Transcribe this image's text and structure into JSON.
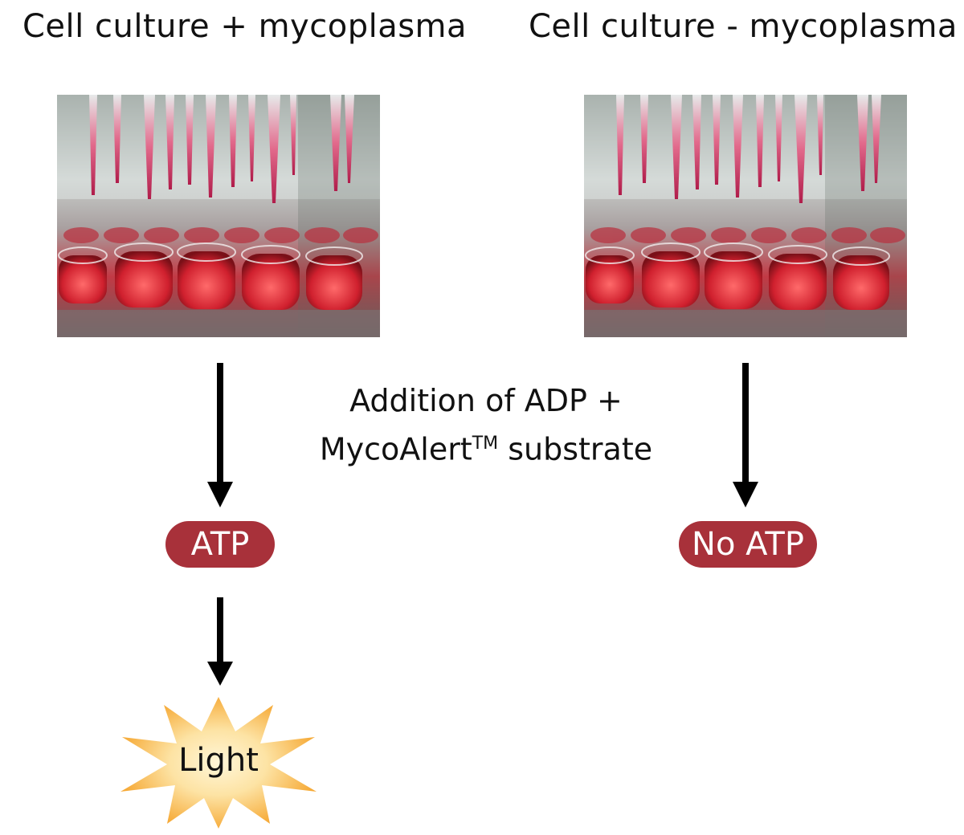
{
  "titles": {
    "left": "Cell culture + mycoplasma",
    "right": "Cell culture - mycoplasma"
  },
  "middle_label": {
    "line1": "Addition of ADP +",
    "line2_main": "MycoAlert",
    "line2_sup": "TM",
    "line2_end": " substrate"
  },
  "left_branch": {
    "result": "ATP",
    "final": "Light"
  },
  "right_branch": {
    "result": "No ATP"
  },
  "colors": {
    "pill": "#a8313a",
    "arrow": "#000000",
    "burst_outer": "#f5a32a",
    "burst_inner": "#fff6d8"
  },
  "icons": {
    "photo": "microplate-with-pipette-tips-photo",
    "burst": "light-burst-star"
  }
}
